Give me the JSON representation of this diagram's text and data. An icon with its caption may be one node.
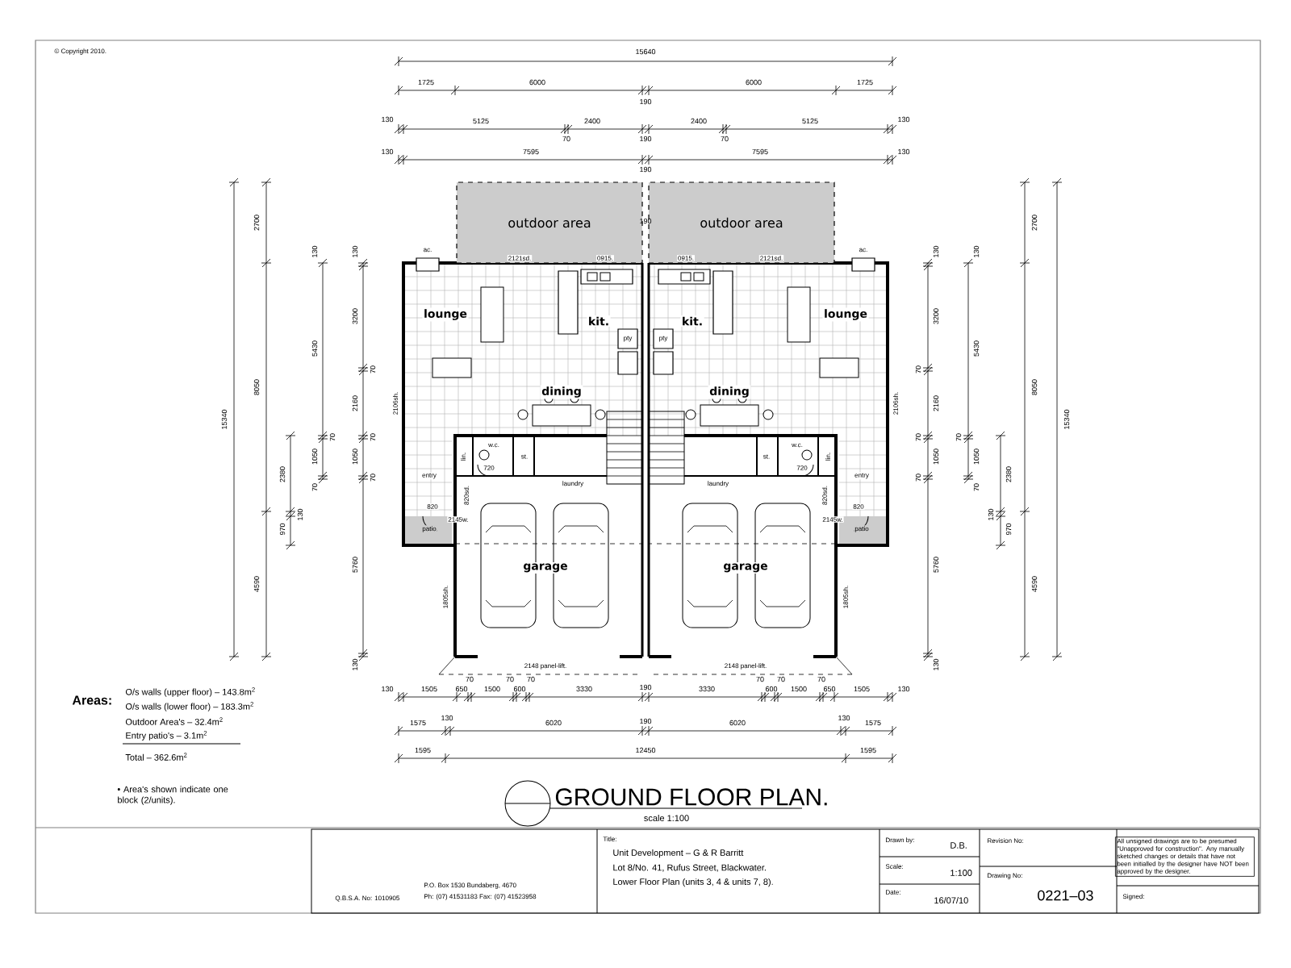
{
  "diagram": {
    "title": "GROUND FLOOR PLAN.",
    "nodes": [
      {
        "text": [
          "outdoor area"
        ]
      },
      {
        "text": [
          "lounge"
        ]
      },
      {
        "text": [
          "kit."
        ]
      },
      {
        "text": [
          "pty"
        ]
      },
      {
        "text": [
          "dining"
        ]
      },
      {
        "text": [
          "lin."
        ]
      },
      {
        "text": [
          "w.c."
        ]
      },
      {
        "text": [
          "st."
        ]
      },
      {
        "text": [
          "laundry"
        ]
      },
      {
        "text": [
          "entry"
        ]
      },
      {
        "text": [
          "patio"
        ]
      },
      {
        "text": [
          "garage"
        ]
      },
      {
        "text": [
          "outdoor area"
        ]
      },
      {
        "text": [
          "lounge"
        ]
      },
      {
        "text": [
          "kit."
        ]
      },
      {
        "text": [
          "pty"
        ]
      },
      {
        "text": [
          "dining"
        ]
      },
      {
        "text": [
          "lin."
        ]
      },
      {
        "text": [
          "w.c."
        ]
      },
      {
        "text": [
          "st."
        ]
      },
      {
        "text": [
          "laundry"
        ]
      },
      {
        "text": [
          "entry"
        ]
      },
      {
        "text": [
          "patio"
        ]
      },
      {
        "text": [
          "garage"
        ]
      }
    ],
    "labels": [
      "© Copyright 2010.",
      "15640",
      "1725",
      "6000",
      "6000",
      "1725",
      "190",
      "130",
      "5125",
      "2400",
      "2400",
      "5125",
      "130",
      "70",
      "190",
      "70",
      "130",
      "7595",
      "7595",
      "130",
      "190",
      "190",
      "15340",
      "2700",
      "8050",
      "4590",
      "130",
      "5430",
      "70",
      "1050",
      "70",
      "2380",
      "130",
      "970",
      "130",
      "3200",
      "70",
      "2160",
      "70",
      "1050",
      "70",
      "5760",
      "130",
      "15340",
      "2700",
      "8050",
      "4590",
      "130",
      "5430",
      "70",
      "1050",
      "70",
      "2380",
      "130",
      "970",
      "130",
      "3200",
      "70",
      "2160",
      "70",
      "1050",
      "70",
      "5760",
      "130",
      "130",
      "1505",
      "650",
      "70",
      "1500",
      "70",
      "600",
      "70",
      "3330",
      "190",
      "3330",
      "70",
      "600",
      "70",
      "1500",
      "70",
      "650",
      "1505",
      "130",
      "1575",
      "130",
      "6020",
      "190",
      "6020",
      "130",
      "1575",
      "1595",
      "12450",
      "1595",
      "ac.",
      "2121sd.",
      "0915.",
      "2106sh.",
      "720",
      "820",
      "820sd.",
      "2145w.",
      "1805sh.",
      "2148 panel-lift.",
      "0915.",
      "2121sd.",
      "ac.",
      "2106sh.",
      "720",
      "820",
      "820sd.",
      "2145w.",
      "1805sh.",
      "2148 panel-lift.",
      "Areas:",
      "O/s walls (upper floor) – 143.8m$^{2}$",
      "O/s walls (lower floor) – 183.3m$^{2}$",
      "Outdoor Area's – 32.4m$^{2}$",
      "Entry patio's – 3.1m$^{2}$",
      "Total – 362.6m$^{2}$",
      "• Area's shown indicate one block (2/units).",
      "scale 1:100",
      "Q.B.S.A. No: 1010905",
      "P.O. Box 1530 Bundaberg, 4670",
      "Ph: (07) 41531183   Fax: (07) 41523958",
      "Title:",
      "Unit Development – G & R Barritt",
      "Lot 8/No. 41, Rufus Street, Blackwater.",
      "Lower Floor Plan (units 3, 4 & units 7, 8).",
      "Drawn by:",
      "D.B.",
      "Scale:",
      "1:100",
      "Date:",
      "16/07/10",
      "Revision No:",
      "Drawing No:",
      "0221–03",
      "All unsigned drawings are to be presumed \"Unapproved for construction\". Any manually sketched changes or details that have not been initialled by the designer have NOT been approved by the designer.",
      "Signed:"
    ]
  }
}
